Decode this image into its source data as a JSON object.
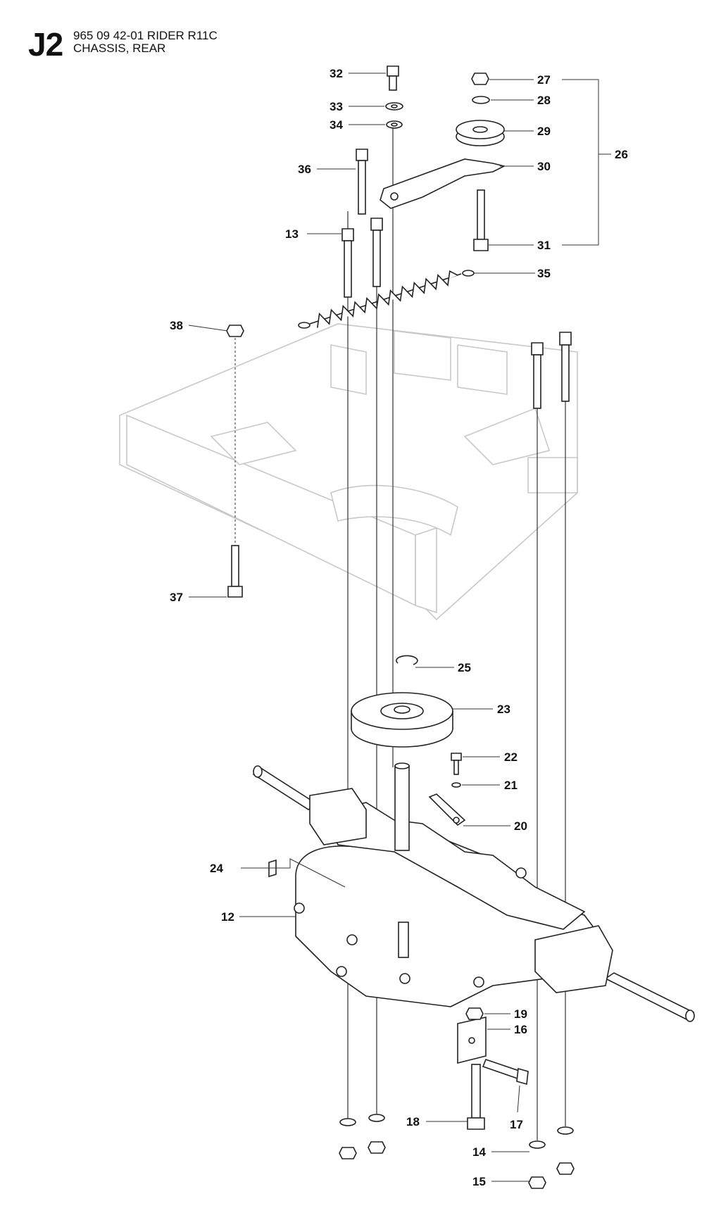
{
  "header": {
    "code": "J2",
    "model_line": "965 09 42-01 RIDER R11C",
    "title_line": "CHASSIS, REAR"
  },
  "callouts": {
    "c12": "12",
    "c13": "13",
    "c14": "14",
    "c15": "15",
    "c16": "16",
    "c17": "17",
    "c18": "18",
    "c19": "19",
    "c20": "20",
    "c21": "21",
    "c22": "22",
    "c23": "23",
    "c24": "24",
    "c25": "25",
    "c26": "26",
    "c27": "27",
    "c28": "28",
    "c29": "29",
    "c30": "30",
    "c31": "31",
    "c32": "32",
    "c33": "33",
    "c34": "34",
    "c35": "35",
    "c36": "36",
    "c37": "37",
    "c38": "38"
  }
}
